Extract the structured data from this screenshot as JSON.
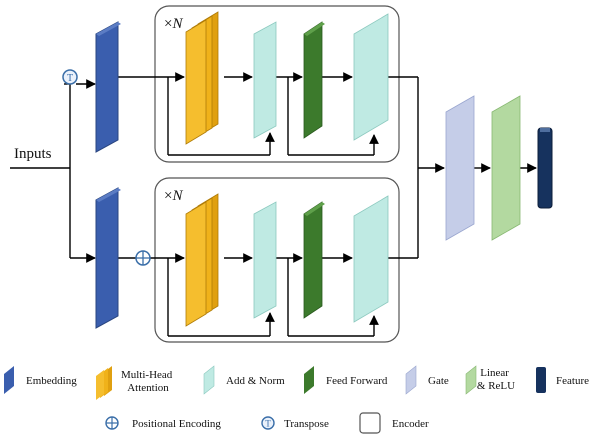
{
  "diagram": {
    "input_label": "Inputs",
    "repeat_label_prefix": "×",
    "repeat_label_var": "N",
    "top_branch_symbol": "T",
    "bottom_branch_symbol": "+"
  },
  "legend": {
    "embedding": "Embedding",
    "mha_line1": "Multi-Head",
    "mha_line2": "Attention",
    "add_norm": "Add & Norm",
    "feed_forward": "Feed Forward",
    "gate": "Gate",
    "linear_line1": "Linear",
    "linear_line2": "& ReLU",
    "feature": "Feature",
    "positional_encoding": "Positional Encoding",
    "transpose": "Transpose",
    "encoder": "Encoder"
  },
  "colors": {
    "embedding": "#3a5eae",
    "mha": "#f0b21a",
    "add_norm": "#bfeae3",
    "feed_forward": "#3c7a2c",
    "gate": "#c5cde8",
    "linear": "#b3d9a0",
    "feature": "#16325e",
    "symbol": "#3a6ea8"
  }
}
